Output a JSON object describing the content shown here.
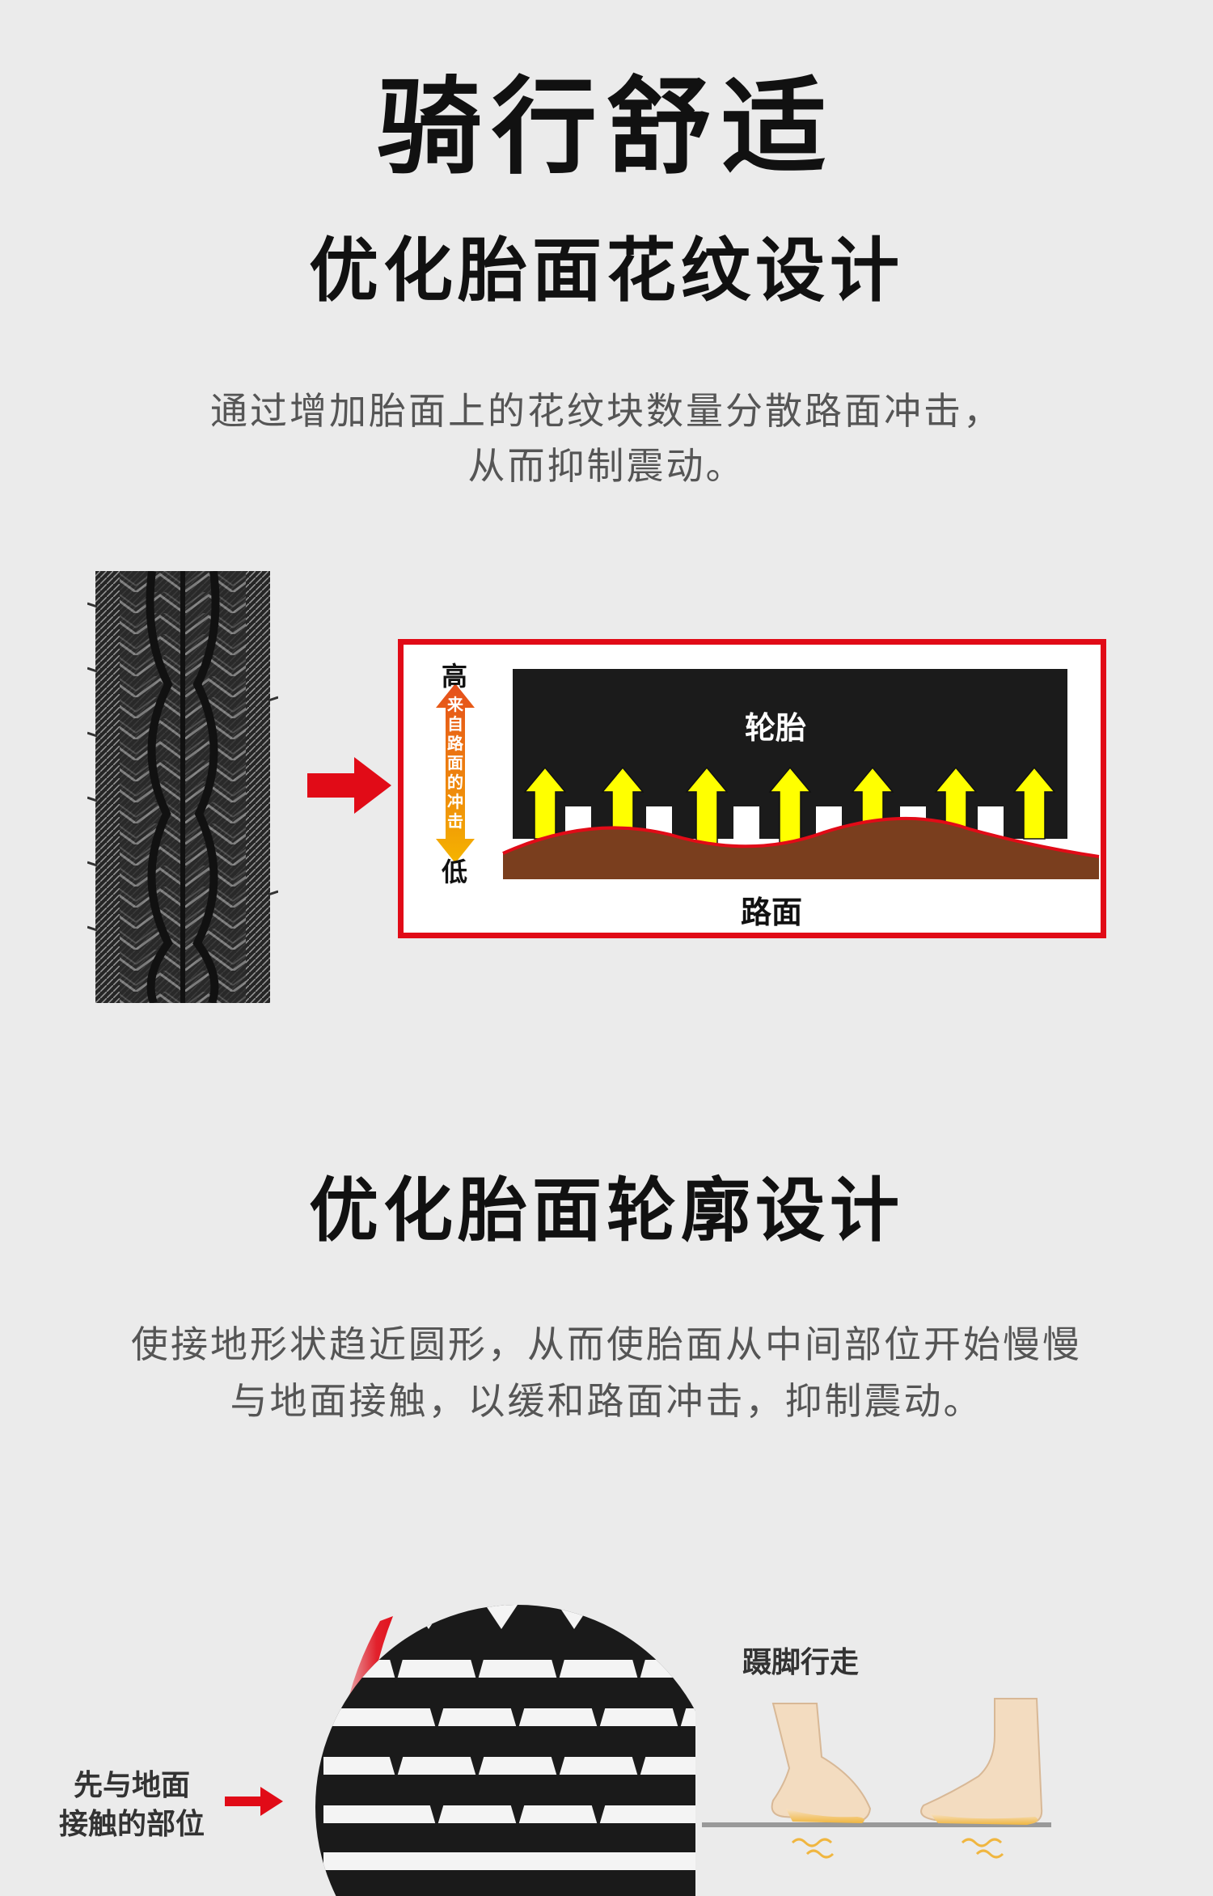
{
  "header": {
    "title": "骑行舒适"
  },
  "section1": {
    "heading": "优化胎面花纹设计",
    "desc_line1": "通过增加胎面上的花纹块数量分散路面冲击，",
    "desc_line2": "从而抑制震动。",
    "diagram": {
      "high_label": "高",
      "low_label": "低",
      "impact_label": "来自路面的冲击",
      "tire_label": "轮胎",
      "road_label": "路面",
      "frame_color": "#e10b17"
    }
  },
  "section2": {
    "heading": "优化胎面轮廓设计",
    "desc_line1": "使接地形状趋近圆形，从而使胎面从中间部位开始慢慢",
    "desc_line2": "与地面接触，以缓和路面冲击，抑制震动。",
    "contact_label_line1": "先与地面",
    "contact_label_line2": "接触的部位",
    "walk_label": "蹑脚行走"
  }
}
